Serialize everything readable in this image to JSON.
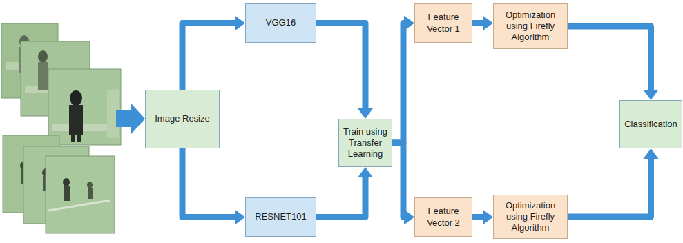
{
  "diagram": {
    "nodes": [
      {
        "text": [
          "Image Resize"
        ]
      },
      {
        "text": [
          "VGG16"
        ]
      },
      {
        "text": [
          "RESNET101"
        ]
      },
      {
        "text": [
          "Train using Transfer Learning"
        ]
      },
      {
        "text": [
          "Feature Vector 1"
        ]
      },
      {
        "text": [
          "Optimization using Firefly Algorithm"
        ]
      },
      {
        "text": [
          "Feature Vector 2"
        ]
      },
      {
        "text": [
          "Optimization using Firefly Algorithm"
        ]
      },
      {
        "text": [
          "Classification"
        ]
      }
    ],
    "edges": [
      {
        "from": 0,
        "to": 1,
        "arrow": "to"
      },
      {
        "from": 0,
        "to": 2,
        "arrow": "to"
      },
      {
        "from": 1,
        "to": 3,
        "arrow": "to"
      },
      {
        "from": 2,
        "to": 3,
        "arrow": "to"
      },
      {
        "from": 3,
        "to": 4,
        "arrow": "to"
      },
      {
        "from": 3,
        "to": 6,
        "arrow": "to"
      },
      {
        "from": 4,
        "to": 5,
        "arrow": "to"
      },
      {
        "from": 6,
        "to": 7,
        "arrow": "to"
      },
      {
        "from": 5,
        "to": 8,
        "arrow": "to"
      },
      {
        "from": 7,
        "to": 8,
        "arrow": "to"
      }
    ]
  }
}
